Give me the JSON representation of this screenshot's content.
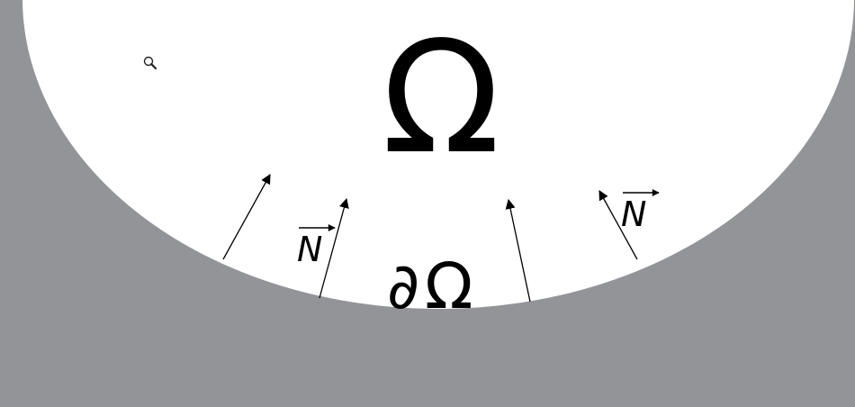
{
  "colors": {
    "background": "#939498",
    "domain_fill": "#ffffff",
    "ink": "#000000"
  },
  "labels": {
    "domain_symbol": "Ω",
    "boundary_partial": "∂",
    "boundary_omega": "Ω",
    "normal_left": "N",
    "normal_right": "N"
  },
  "icons": {
    "zoom": "magnifier-icon"
  }
}
